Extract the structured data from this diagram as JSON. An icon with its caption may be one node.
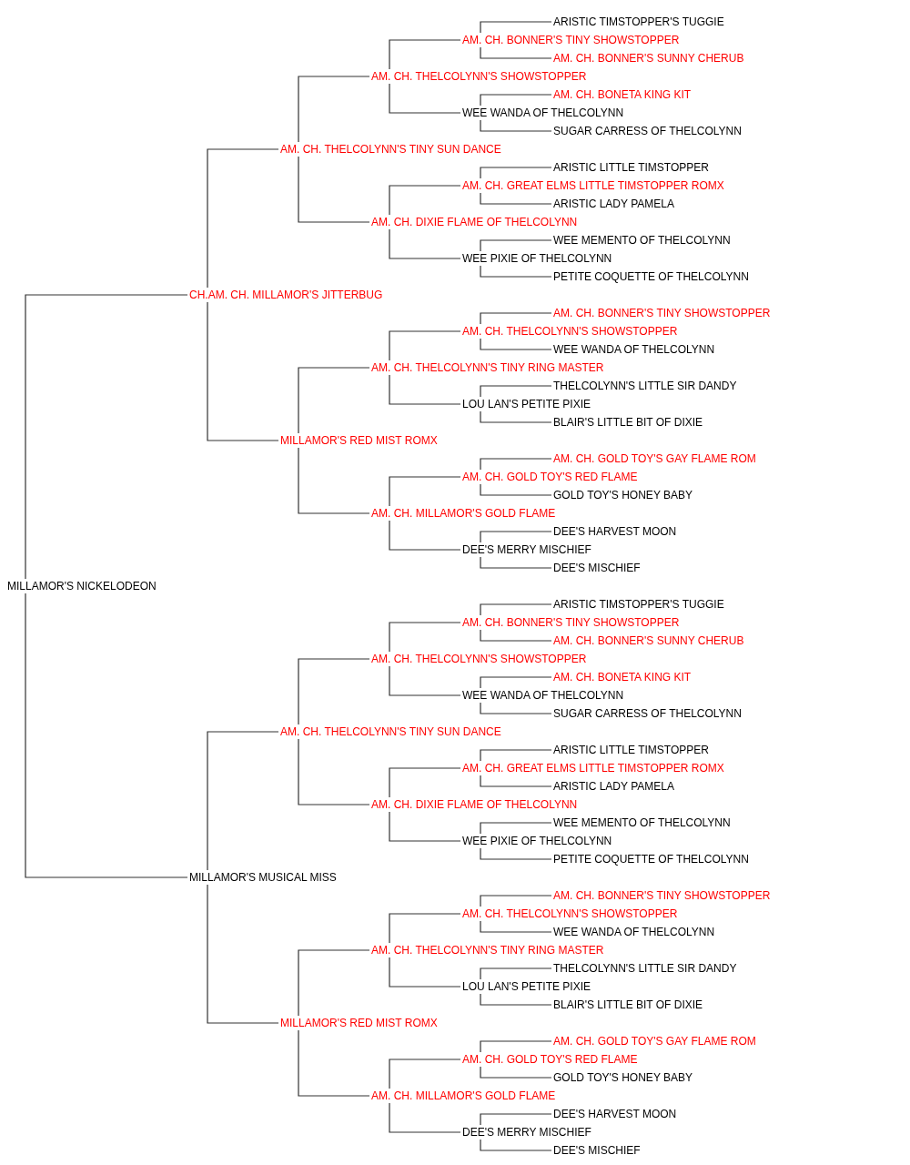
{
  "diagram": {
    "nodes": [
      {
        "text": [
          "ARISTIC TIMSTOPPER'S TUGGIE"
        ]
      },
      {
        "text": [
          "AM. CH. BONNER'S TINY SHOWSTOPPER"
        ]
      },
      {
        "text": [
          "AM. CH. BONNER'S SUNNY CHERUB"
        ]
      },
      {
        "text": [
          "AM. CH. THELCOLYNN'S SHOWSTOPPER"
        ]
      },
      {
        "text": [
          "AM. CH. BONETA KING KIT"
        ]
      },
      {
        "text": [
          "WEE WANDA OF THELCOLYNN"
        ]
      },
      {
        "text": [
          "SUGAR CARRESS OF THELCOLYNN"
        ]
      },
      {
        "text": [
          "AM. CH. THELCOLYNN'S TINY SUN DANCE"
        ]
      },
      {
        "text": [
          "ARISTIC LITTLE TIMSTOPPER"
        ]
      },
      {
        "text": [
          "AM. CH. GREAT ELMS LITTLE TIMSTOPPER ROMX"
        ]
      },
      {
        "text": [
          "ARISTIC LADY PAMELA"
        ]
      },
      {
        "text": [
          "AM. CH. DIXIE FLAME OF THELCOLYNN"
        ]
      },
      {
        "text": [
          "WEE MEMENTO OF THELCOLYNN"
        ]
      },
      {
        "text": [
          "WEE PIXIE OF THELCOLYNN"
        ]
      },
      {
        "text": [
          "PETITE COQUETTE OF THELCOLYNN"
        ]
      },
      {
        "text": [
          "CH.AM. CH. MILLAMOR'S JITTERBUG"
        ]
      },
      {
        "text": [
          "AM. CH. BONNER'S TINY SHOWSTOPPER"
        ]
      },
      {
        "text": [
          "AM. CH. THELCOLYNN'S SHOWSTOPPER"
        ]
      },
      {
        "text": [
          "WEE WANDA OF THELCOLYNN"
        ]
      },
      {
        "text": [
          "AM. CH. THELCOLYNN'S TINY RING MASTER"
        ]
      },
      {
        "text": [
          "THELCOLYNN'S LITTLE SIR DANDY"
        ]
      },
      {
        "text": [
          "LOU LAN'S PETITE PIXIE"
        ]
      },
      {
        "text": [
          "BLAIR'S LITTLE BIT OF DIXIE"
        ]
      },
      {
        "text": [
          "MILLAMOR'S RED MIST ROMX"
        ]
      },
      {
        "text": [
          "AM. CH. GOLD TOY'S GAY FLAME ROM"
        ]
      },
      {
        "text": [
          "AM. CH. GOLD TOY'S RED FLAME"
        ]
      },
      {
        "text": [
          "GOLD TOY'S HONEY BABY"
        ]
      },
      {
        "text": [
          "AM. CH. MILLAMOR'S GOLD FLAME"
        ]
      },
      {
        "text": [
          "DEE'S HARVEST MOON"
        ]
      },
      {
        "text": [
          "DEE'S MERRY MISCHIEF"
        ]
      },
      {
        "text": [
          "DEE'S MISCHIEF"
        ]
      },
      {
        "text": [
          "MILLAMOR'S NICKELODEON"
        ]
      },
      {
        "text": [
          "ARISTIC TIMSTOPPER'S TUGGIE"
        ]
      },
      {
        "text": [
          "AM. CH. BONNER'S TINY SHOWSTOPPER"
        ]
      },
      {
        "text": [
          "AM. CH. BONNER'S SUNNY CHERUB"
        ]
      },
      {
        "text": [
          "AM. CH. THELCOLYNN'S SHOWSTOPPER"
        ]
      },
      {
        "text": [
          "AM. CH. BONETA KING KIT"
        ]
      },
      {
        "text": [
          "WEE WANDA OF THELCOLYNN"
        ]
      },
      {
        "text": [
          "SUGAR CARRESS OF THELCOLYNN"
        ]
      },
      {
        "text": [
          "AM. CH. THELCOLYNN'S TINY SUN DANCE"
        ]
      },
      {
        "text": [
          "ARISTIC LITTLE TIMSTOPPER"
        ]
      },
      {
        "text": [
          "AM. CH. GREAT ELMS LITTLE TIMSTOPPER ROMX"
        ]
      },
      {
        "text": [
          "ARISTIC LADY PAMELA"
        ]
      },
      {
        "text": [
          "AM. CH. DIXIE FLAME OF THELCOLYNN"
        ]
      },
      {
        "text": [
          "WEE MEMENTO OF THELCOLYNN"
        ]
      },
      {
        "text": [
          "WEE PIXIE OF THELCOLYNN"
        ]
      },
      {
        "text": [
          "PETITE COQUETTE OF THELCOLYNN"
        ]
      },
      {
        "text": [
          "MILLAMOR'S MUSICAL MISS"
        ]
      },
      {
        "text": [
          "AM. CH. BONNER'S TINY SHOWSTOPPER"
        ]
      },
      {
        "text": [
          "AM. CH. THELCOLYNN'S SHOWSTOPPER"
        ]
      },
      {
        "text": [
          "WEE WANDA OF THELCOLYNN"
        ]
      },
      {
        "text": [
          "AM. CH. THELCOLYNN'S TINY RING MASTER"
        ]
      },
      {
        "text": [
          "THELCOLYNN'S LITTLE SIR DANDY"
        ]
      },
      {
        "text": [
          "LOU LAN'S PETITE PIXIE"
        ]
      },
      {
        "text": [
          "BLAIR'S LITTLE BIT OF DIXIE"
        ]
      },
      {
        "text": [
          "MILLAMOR'S RED MIST ROMX"
        ]
      },
      {
        "text": [
          "AM. CH. GOLD TOY'S GAY FLAME ROM"
        ]
      },
      {
        "text": [
          "AM. CH. GOLD TOY'S RED FLAME"
        ]
      },
      {
        "text": [
          "GOLD TOY'S HONEY BABY"
        ]
      },
      {
        "text": [
          "AM. CH. MILLAMOR'S GOLD FLAME"
        ]
      },
      {
        "text": [
          "DEE'S HARVEST MOON"
        ]
      },
      {
        "text": [
          "DEE'S MERRY MISCHIEF"
        ]
      },
      {
        "text": [
          "DEE'S MISCHIEF"
        ]
      }
    ],
    "edges": [
      {
        "from": 31,
        "to": 15,
        "arrow": "none"
      },
      {
        "from": 31,
        "to": 47,
        "arrow": "none"
      },
      {
        "from": 15,
        "to": 7,
        "arrow": "none"
      },
      {
        "from": 15,
        "to": 23,
        "arrow": "none"
      },
      {
        "from": 47,
        "to": 39,
        "arrow": "none"
      },
      {
        "from": 47,
        "to": 55,
        "arrow": "none"
      },
      {
        "from": 7,
        "to": 3,
        "arrow": "none"
      },
      {
        "from": 7,
        "to": 11,
        "arrow": "none"
      },
      {
        "from": 23,
        "to": 19,
        "arrow": "none"
      },
      {
        "from": 23,
        "to": 27,
        "arrow": "none"
      },
      {
        "from": 39,
        "to": 35,
        "arrow": "none"
      },
      {
        "from": 39,
        "to": 43,
        "arrow": "none"
      },
      {
        "from": 55,
        "to": 51,
        "arrow": "none"
      },
      {
        "from": 55,
        "to": 59,
        "arrow": "none"
      },
      {
        "from": 3,
        "to": 1,
        "arrow": "none"
      },
      {
        "from": 3,
        "to": 5,
        "arrow": "none"
      },
      {
        "from": 11,
        "to": 9,
        "arrow": "none"
      },
      {
        "from": 11,
        "to": 13,
        "arrow": "none"
      },
      {
        "from": 19,
        "to": 17,
        "arrow": "none"
      },
      {
        "from": 19,
        "to": 21,
        "arrow": "none"
      },
      {
        "from": 27,
        "to": 25,
        "arrow": "none"
      },
      {
        "from": 27,
        "to": 29,
        "arrow": "none"
      },
      {
        "from": 35,
        "to": 33,
        "arrow": "none"
      },
      {
        "from": 35,
        "to": 37,
        "arrow": "none"
      },
      {
        "from": 43,
        "to": 41,
        "arrow": "none"
      },
      {
        "from": 43,
        "to": 45,
        "arrow": "none"
      },
      {
        "from": 51,
        "to": 49,
        "arrow": "none"
      },
      {
        "from": 51,
        "to": 53,
        "arrow": "none"
      },
      {
        "from": 59,
        "to": 57,
        "arrow": "none"
      },
      {
        "from": 59,
        "to": 61,
        "arrow": "none"
      },
      {
        "from": 1,
        "to": 0,
        "arrow": "none"
      },
      {
        "from": 1,
        "to": 2,
        "arrow": "none"
      },
      {
        "from": 5,
        "to": 4,
        "arrow": "none"
      },
      {
        "from": 5,
        "to": 6,
        "arrow": "none"
      },
      {
        "from": 9,
        "to": 8,
        "arrow": "none"
      },
      {
        "from": 9,
        "to": 10,
        "arrow": "none"
      },
      {
        "from": 13,
        "to": 12,
        "arrow": "none"
      },
      {
        "from": 13,
        "to": 14,
        "arrow": "none"
      },
      {
        "from": 17,
        "to": 16,
        "arrow": "none"
      },
      {
        "from": 17,
        "to": 18,
        "arrow": "none"
      },
      {
        "from": 21,
        "to": 20,
        "arrow": "none"
      },
      {
        "from": 21,
        "to": 22,
        "arrow": "none"
      },
      {
        "from": 25,
        "to": 24,
        "arrow": "none"
      },
      {
        "from": 25,
        "to": 26,
        "arrow": "none"
      },
      {
        "from": 29,
        "to": 28,
        "arrow": "none"
      },
      {
        "from": 29,
        "to": 30,
        "arrow": "none"
      },
      {
        "from": 33,
        "to": 32,
        "arrow": "none"
      },
      {
        "from": 33,
        "to": 34,
        "arrow": "none"
      },
      {
        "from": 37,
        "to": 36,
        "arrow": "none"
      },
      {
        "from": 37,
        "to": 38,
        "arrow": "none"
      },
      {
        "from": 41,
        "to": 40,
        "arrow": "none"
      },
      {
        "from": 41,
        "to": 42,
        "arrow": "none"
      },
      {
        "from": 45,
        "to": 44,
        "arrow": "none"
      },
      {
        "from": 45,
        "to": 46,
        "arrow": "none"
      },
      {
        "from": 49,
        "to": 48,
        "arrow": "none"
      },
      {
        "from": 49,
        "to": 50,
        "arrow": "none"
      },
      {
        "from": 53,
        "to": 52,
        "arrow": "none"
      },
      {
        "from": 53,
        "to": 54,
        "arrow": "none"
      },
      {
        "from": 57,
        "to": 56,
        "arrow": "none"
      },
      {
        "from": 57,
        "to": 58,
        "arrow": "none"
      },
      {
        "from": 61,
        "to": 60,
        "arrow": "none"
      },
      {
        "from": 61,
        "to": 62,
        "arrow": "none"
      }
    ]
  }
}
